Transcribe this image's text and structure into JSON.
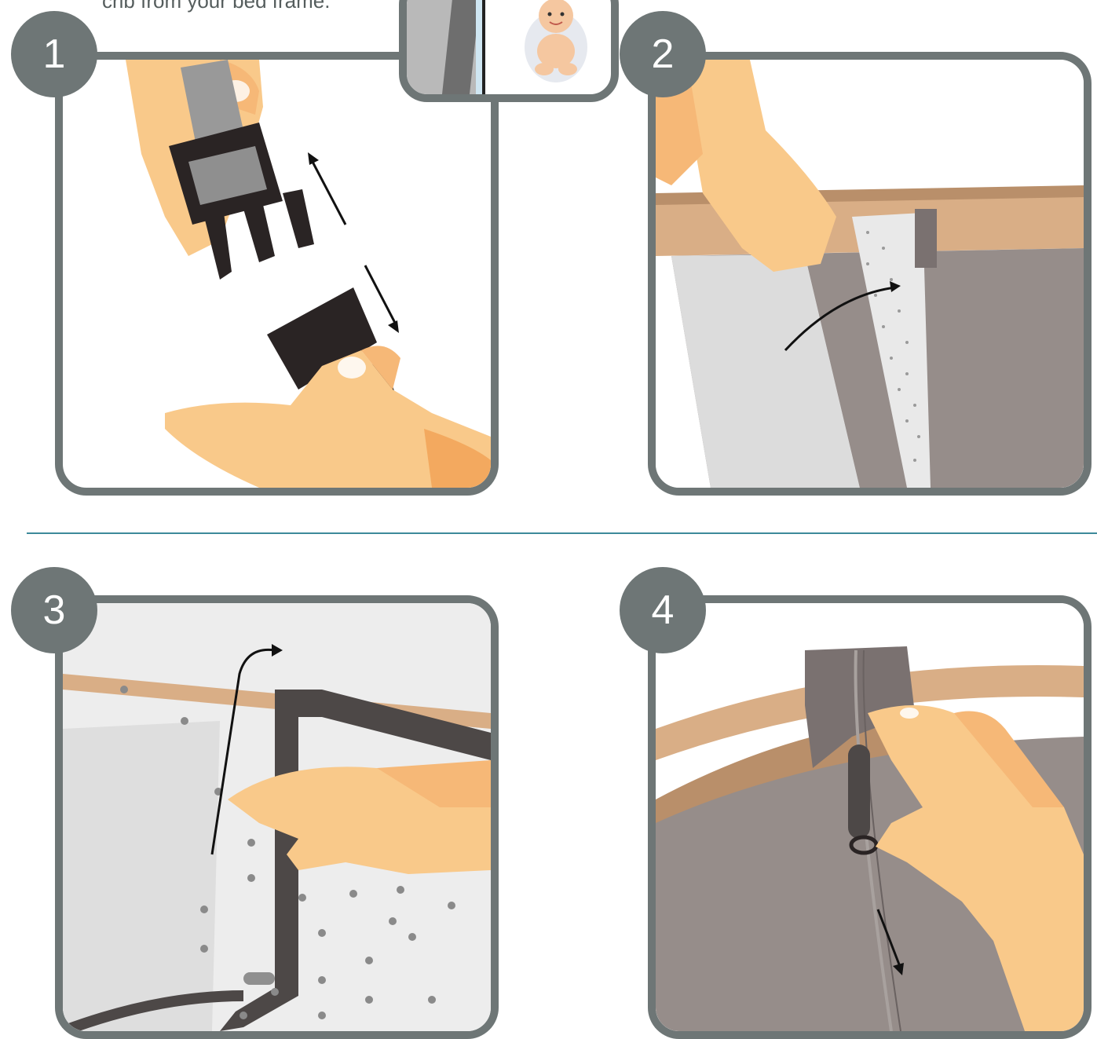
{
  "intro_text": "crib from your bed frame.",
  "steps": [
    {
      "number": "1"
    },
    {
      "number": "2"
    },
    {
      "number": "3"
    },
    {
      "number": "4"
    }
  ],
  "colors": {
    "frame_gray": "#6e7676",
    "divider_teal": "#3d8a9a",
    "skin": "#f9c98a",
    "wood": "#d9ae86",
    "fabric_gray": "#968d8a",
    "buckle_black": "#2a2424"
  }
}
